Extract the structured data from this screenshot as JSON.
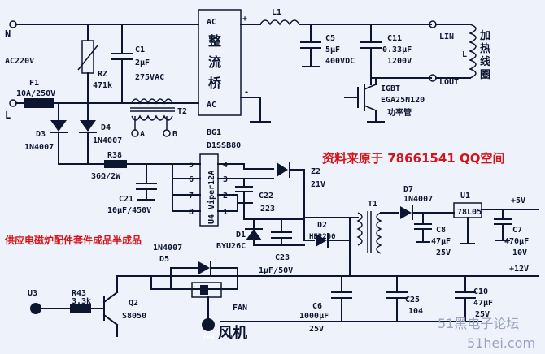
{
  "labels": {
    "N": "N",
    "L": "L",
    "ac220": "AC220V",
    "f1": "F1",
    "f1_val": "10A/250V",
    "rz": "RZ",
    "rz_val": "471k",
    "c1": "C1",
    "c1_val1": "2μF",
    "c1_val2": "275VAC",
    "t2": "T2",
    "t2_a": "A",
    "t2_b": "B",
    "bridge_ac1": "AC",
    "bridge_ac2": "AC",
    "bridge_plus": "+",
    "bridge_minus": "-",
    "bridge_1": "整",
    "bridge_2": "流",
    "bridge_3": "桥",
    "bg1": "BG1",
    "bg1_val": "D1SSB80",
    "l1": "L1",
    "c5": "C5",
    "c5_val1": "5μF",
    "c5_val2": "400VDC",
    "c11": "C11",
    "c11_val1": "0.33μF",
    "c11_val2": "1200V",
    "lin": "LIN",
    "lout": "LOUT",
    "coil_l": "L",
    "coil_1": "加",
    "coil_2": "热",
    "coil_3": "线",
    "coil_4": "圈",
    "igbt": "IGBT",
    "igbt_val": "EGA25N120",
    "igbt_note": "功率管",
    "d3": "D3",
    "d3_val": "1N4007",
    "d4": "D4",
    "d4_val": "1N4007",
    "r38": "R38",
    "r38_val": "36Ω/2W",
    "c21": "C21",
    "c21_val": "10μF/450V",
    "u4": "U4 Viper12A",
    "pin5": "5",
    "pin6": "6",
    "pin7": "7",
    "pin8": "8",
    "pin4": "4",
    "pin3": "3",
    "pin2": "2",
    "pin1": "1",
    "c22": "C22",
    "c22_val": "223",
    "z2": "Z2",
    "z2_val": "21V",
    "d1": "D1",
    "d1_val": "BYU26C",
    "c23": "C23",
    "c23_val": "1μF/50V",
    "d2": "D2",
    "d2_val": "HER260",
    "t1": "T1",
    "d7": "D7",
    "d7_val": "1N4007",
    "u1": "U1",
    "u1_val": "78L05",
    "c8": "C8",
    "c8_val1": "47μF",
    "c8_val2": "25V",
    "c7": "C7",
    "c7_val1": "470μF",
    "c7_val2": "10V",
    "plus5v": "+5V",
    "plus12v": "+12V",
    "d5": "D5",
    "d5_val": "1N4007",
    "u3": "U3",
    "r43": "R43",
    "r43_val": "3.3k",
    "q2": "Q2",
    "q2_val": "S8050",
    "fan": "FAN",
    "v18": "18V",
    "fan_cn": "风机",
    "c6": "C6",
    "c6_val1": "1000μF",
    "c6_val2": "25V",
    "c25": "C25",
    "c25_val": "104",
    "c10": "C10",
    "c10_val1": "47μF",
    "c10_val2": "25V"
  },
  "notes": {
    "source": "资料来原于 78661541 QQ空间",
    "supply": "供应电磁炉配件套件成品半成品"
  },
  "watermark": {
    "line1": "51黑电子论坛",
    "line2": "51hei.com"
  },
  "colors": {
    "ink": "#0d1630",
    "note_red": "#d4141b",
    "background": "#eef3fb"
  }
}
